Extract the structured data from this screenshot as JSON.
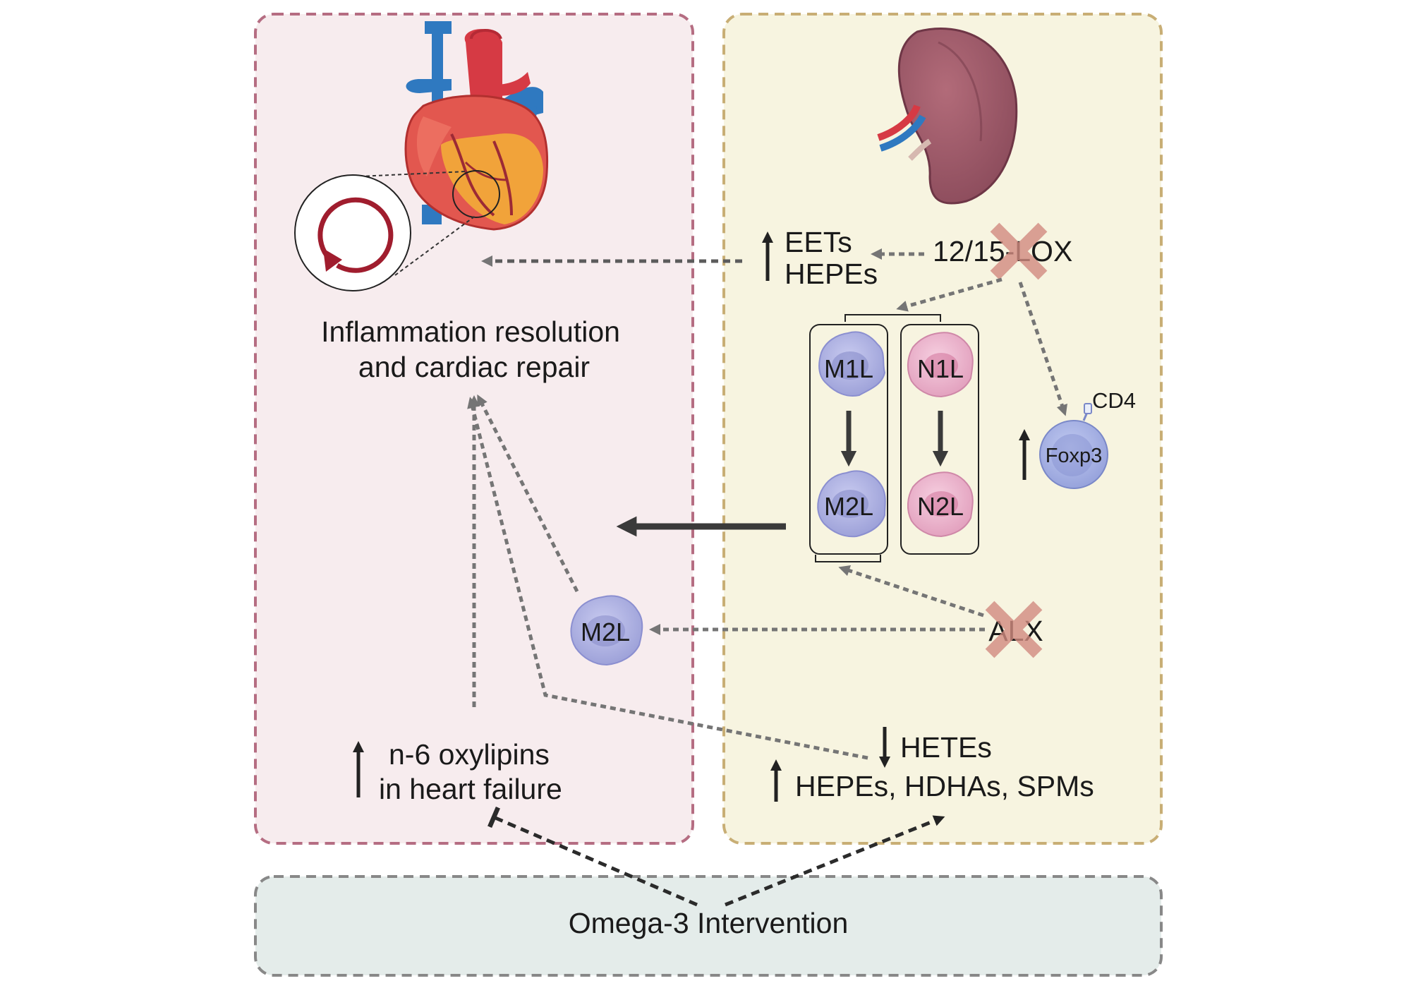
{
  "heart_panel": {
    "outcome_line1": "Inflammation resolution",
    "outcome_line2": "and cardiac repair",
    "macrophage": "M2L",
    "oxylipins_line1": "n-6 oxylipins",
    "oxylipins_line2": "in heart failure"
  },
  "kidney_panel": {
    "eets": "EETs",
    "hepes_top": "HEPEs",
    "lox": "12/15-LOX",
    "m1l": "M1L",
    "n1l": "N1L",
    "m2l": "M2L",
    "n2l": "N2L",
    "cd4": "CD4",
    "foxp3": "Foxp3",
    "alx": "ALX",
    "hetes": "HETEs",
    "hepes_bottom": "HEPEs, HDHAs, SPMs"
  },
  "intervention": {
    "label": "Omega-3 Intervention"
  },
  "colors": {
    "heart_panel_fill": "#f7ecee",
    "heart_panel_border": "#b56d82",
    "kidney_panel_fill": "#f7f4e0",
    "kidney_panel_border": "#c8ae75",
    "intervention_fill": "#e4ecea",
    "intervention_border": "#888888",
    "inhibition_cross": "#d28b80",
    "macrophage": "#a9acdf",
    "neutrophil": "#eab3cb",
    "treg": "#a8b3e3",
    "kidney": "#a25f6e"
  }
}
